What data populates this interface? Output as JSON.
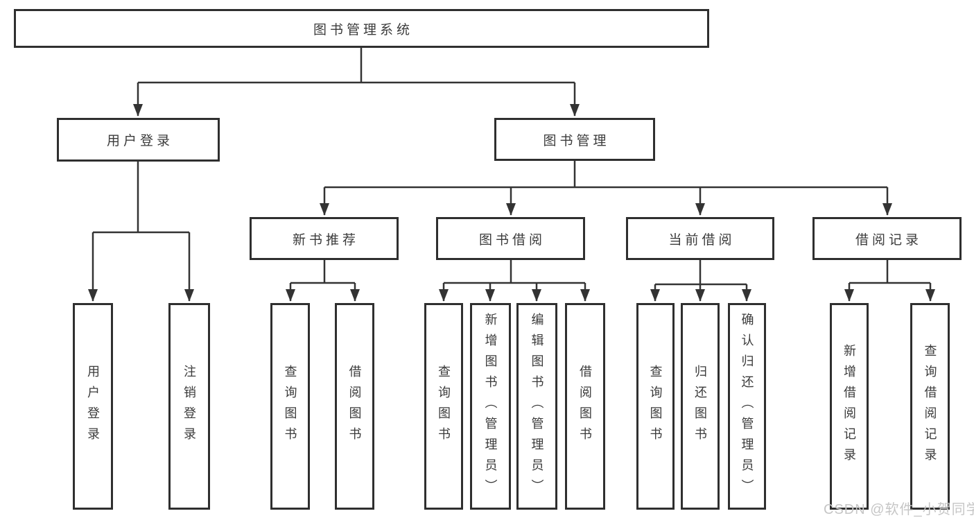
{
  "diagram": {
    "type": "hierarchy-tree",
    "colors": {
      "line": "#333333",
      "border": "#2f2f2f",
      "text": "#3b3b3b",
      "background": "#ffffff",
      "watermark": "#c6c6c6"
    },
    "watermark": "CSDN @软件_小贺同学",
    "tree": {
      "label": "图书管理系统",
      "children": [
        {
          "label": "用户登录",
          "children": [
            {
              "label": "用户登录"
            },
            {
              "label": "注销登录"
            }
          ]
        },
        {
          "label": "图书管理",
          "children": [
            {
              "label": "新书推荐",
              "children": [
                {
                  "label": "查询图书"
                },
                {
                  "label": "借阅图书"
                }
              ]
            },
            {
              "label": "图书借阅",
              "children": [
                {
                  "label": "查询图书"
                },
                {
                  "label": "新增图书（管理员）"
                },
                {
                  "label": "编辑图书（管理员）"
                },
                {
                  "label": "借阅图书"
                }
              ]
            },
            {
              "label": "当前借阅",
              "children": [
                {
                  "label": "查询图书"
                },
                {
                  "label": "归还图书"
                },
                {
                  "label": "确认归还（管理员）"
                }
              ]
            },
            {
              "label": "借阅记录",
              "children": [
                {
                  "label": "新增借阅记录"
                },
                {
                  "label": "查询借阅记录"
                }
              ]
            }
          ]
        }
      ]
    }
  }
}
